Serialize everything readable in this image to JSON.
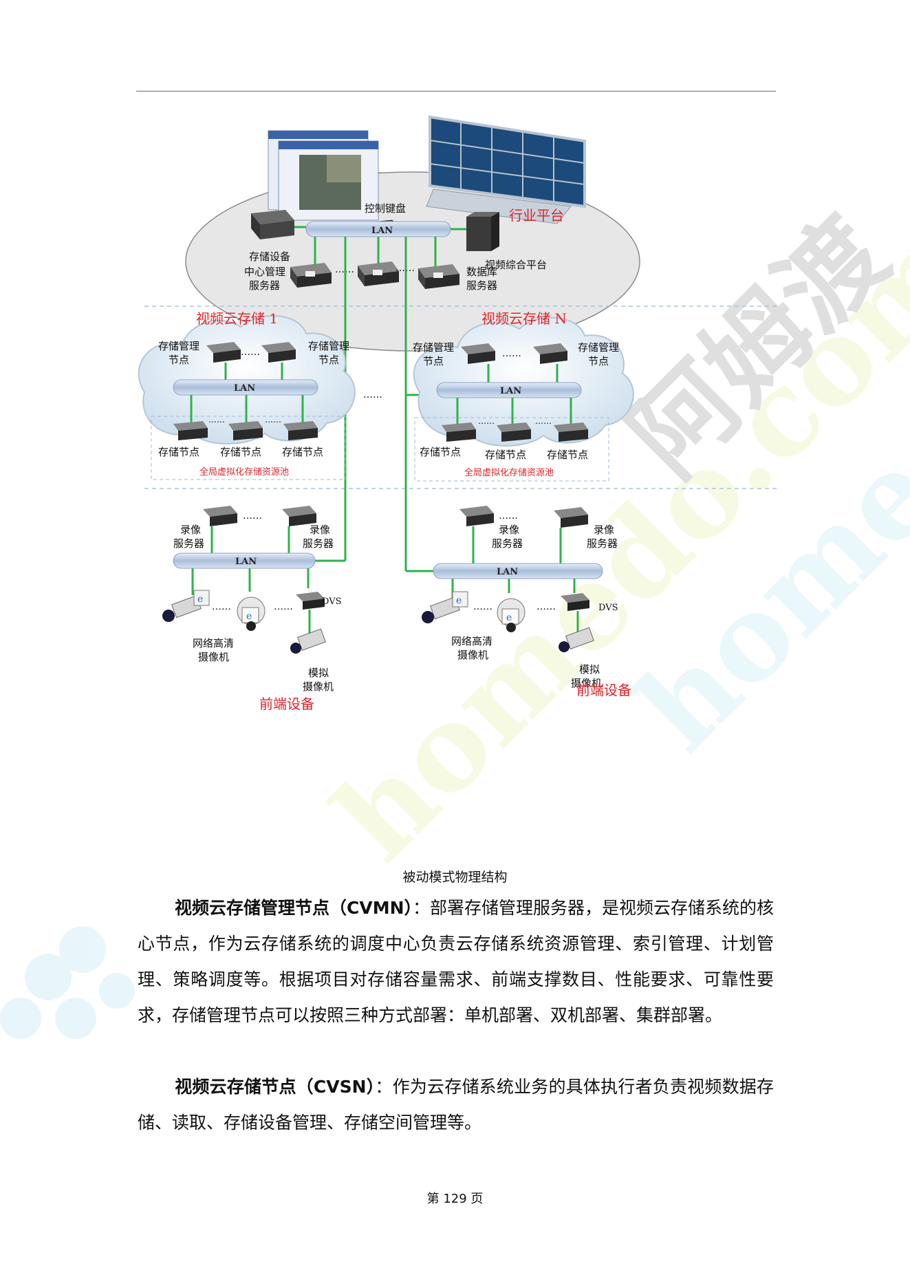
{
  "diagram": {
    "platform": {
      "title": "行业平台",
      "control_keyboard": "控制键盘",
      "storage_device": "存储设备",
      "video_platform": "视频综合平台",
      "center_mgmt_l1": "中心管理",
      "center_mgmt_l2": "服务器",
      "database_l1": "数据库",
      "database_l2": "服务器",
      "lan": "LAN",
      "dots": "……"
    },
    "clouds": [
      {
        "title": "视频云存储 1",
        "mgmt_node_l1": "存储管理",
        "mgmt_node_l2": "节点",
        "lan": "LAN",
        "storage_node": "存储节点",
        "pool": "全局虚拟化存储资源池"
      },
      {
        "title": "视频云存储 N",
        "mgmt_node_l1": "存储管理",
        "mgmt_node_l2": "节点",
        "lan": "LAN",
        "storage_node": "存储节点",
        "pool": "全局虚拟化存储资源池"
      }
    ],
    "fronts": [
      {
        "rec_l1": "录像",
        "rec_l2": "服务器",
        "lan": "LAN",
        "ipc_l1": "网络高清",
        "ipc_l2": "摄像机",
        "dvs": "DVS",
        "analog_l1": "模拟",
        "analog_l2": "摄像机",
        "title": "前端设备"
      },
      {
        "rec_l1": "录像",
        "rec_l2": "服务器",
        "lan": "LAN",
        "ipc_l1": "网络高清",
        "ipc_l2": "摄像机",
        "dvs": "DVS",
        "analog_l1": "模拟",
        "analog_l2": "摄像机",
        "title": "前端设备"
      }
    ],
    "colors": {
      "link": "#2fb24a",
      "red_title": "#e0242a",
      "lan_pipe": "#b9cbe4",
      "dashed": "#9fb8d8"
    }
  },
  "caption": "被动模式物理结构",
  "paragraphs": [
    {
      "term": "视频云存储管理节点（CVMN）",
      "body": "：部署存储管理服务器，是视频云存储系统的核心节点，作为云存储系统的调度中心负责云存储系统资源管理、索引管理、计划管理、策略调度等。根据项目对存储容量需求、前端支撑数目、性能要求、可靠性要求，存储管理节点可以按照三种方式部署：单机部署、双机部署、集群部署。"
    },
    {
      "term": "视频云存储节点（CVSN）",
      "body": "：作为云存储系统业务的具体执行者负责视频数据存储、读取、存储设备管理、存储空间管理等。"
    }
  ],
  "footer": "第 129 页",
  "watermark": {
    "text_cn": "阿姆渡",
    "text_en": "homedo.com"
  }
}
